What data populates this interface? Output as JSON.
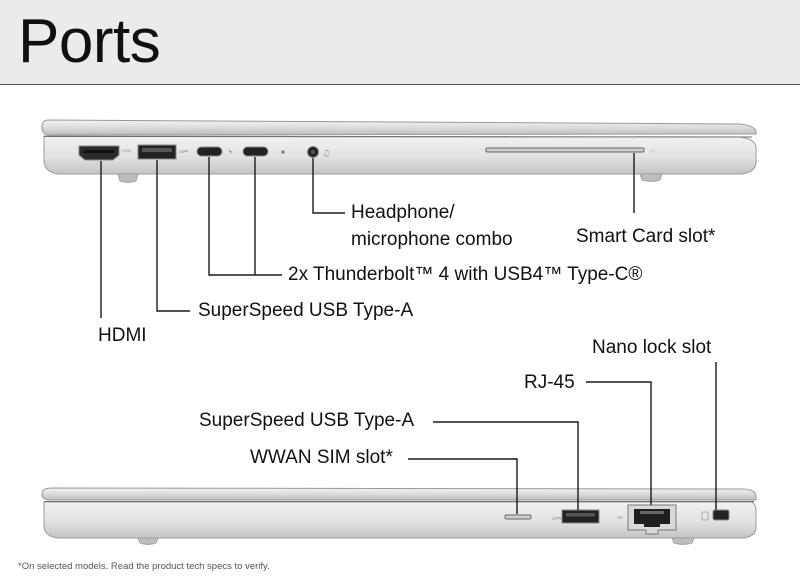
{
  "header": {
    "title": "Ports"
  },
  "left_side": {
    "labels": {
      "hdmi": "HDMI",
      "usb_a": "SuperSpeed USB Type-A",
      "thunderbolt": "2x Thunderbolt™ 4 with USB4™ Type-C®",
      "headphone_line1": "Headphone/",
      "headphone_line2": "microphone combo",
      "smart_card": "Smart Card slot*"
    }
  },
  "right_side": {
    "labels": {
      "nano_lock": "Nano lock slot",
      "rj45": "RJ-45",
      "usb_a": "SuperSpeed USB Type-A",
      "wwan_sim": "WWAN SIM slot*"
    }
  },
  "footnote": "*On selected models. Read the product tech specs to verify."
}
